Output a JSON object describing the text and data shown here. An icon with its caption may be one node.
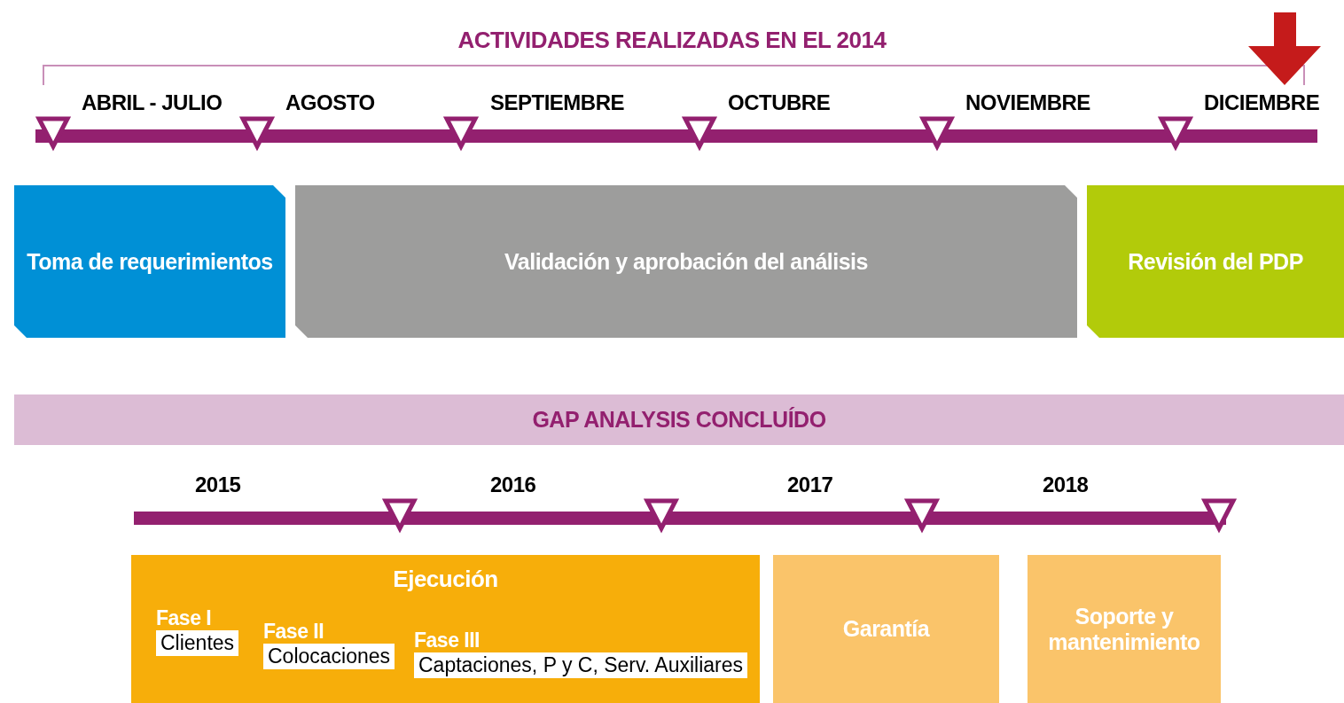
{
  "diagram": {
    "title": "ACTIVIDADES REALIZADAS EN EL 2014",
    "nodes": [
      {
        "text": [
          "Toma de requerimientos"
        ]
      },
      {
        "text": [
          "Validación y aprobación del análisis"
        ]
      },
      {
        "text": [
          "Revisión del PDP"
        ]
      },
      {
        "text": [
          "GAP ANALYSIS CONCLUÍDO"
        ]
      },
      {
        "text": [
          "Ejecución"
        ]
      },
      {
        "text": [
          "Fase I",
          "Clientes"
        ],
        "in": 4
      },
      {
        "text": [
          "Fase II",
          "Colocaciones"
        ],
        "in": 4
      },
      {
        "text": [
          "Fase III",
          "Captaciones, P y C, Serv. Auxiliares"
        ],
        "in": 4
      },
      {
        "text": [
          "Garantía"
        ]
      },
      {
        "text": [
          "Soporte y mantenimiento"
        ]
      }
    ],
    "labels": [
      "ABRIL - JULIO",
      "AGOSTO",
      "SEPTIEMBRE",
      "OCTUBRE",
      "NOVIEMBRE",
      "DICIEMBRE",
      "2015",
      "2016",
      "2017",
      "2018"
    ]
  }
}
